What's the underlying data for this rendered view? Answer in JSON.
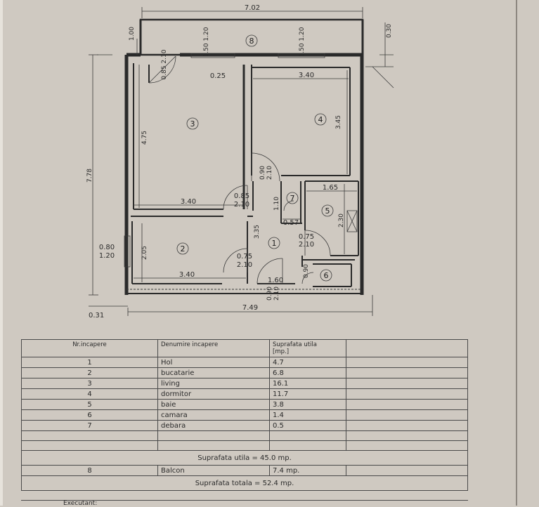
{
  "plan": {
    "dimensions": {
      "top_total": "7.02",
      "bottom_total": "7.49",
      "left_total": "7.78",
      "bottom_left_offset": "0.31",
      "balcony_depth": "1.00",
      "balcony_right_depth": "0.30",
      "window_1": "1.50\n1.20",
      "window_2": "1.50\n1.20",
      "door_living_top": "0.85\n2.10",
      "room3_width_top": "0.25",
      "room4_width": "3.40",
      "room4_height": "3.45",
      "room3_height": "4.75",
      "room3_width": "3.40",
      "door_living": "0.85",
      "door_living_h": "2.10",
      "door_bedroom": "0.90",
      "door_bedroom_h": "2.10",
      "debara_w": "1.10",
      "debara_d": "0.57",
      "bath_w": "1.65",
      "bath_h": "2.30",
      "hall_h": "3.35",
      "door_bath": "0.75",
      "door_bath_h": "2.10",
      "kitchen_h": "2.05",
      "kitchen_w": "3.40",
      "door_kitchen": "0.75",
      "door_kitchen_h": "2.10",
      "kitchen_window": "0.80",
      "kitchen_window_h": "1.20",
      "entry_w": "1.60",
      "door_entry": "0.90",
      "door_entry_h": "2.10",
      "door_camara": "0.90"
    },
    "room_numbers": [
      "1",
      "2",
      "3",
      "4",
      "5",
      "6",
      "7",
      "8"
    ]
  },
  "table": {
    "headers": [
      "Nr.incapere",
      "Denumire incapere",
      "Suprafata utila\n[mp.]"
    ],
    "rows": [
      {
        "nr": "1",
        "name": "Hol",
        "area": "4.7"
      },
      {
        "nr": "2",
        "name": "bucatarie",
        "area": "6.8"
      },
      {
        "nr": "3",
        "name": "living",
        "area": "16.1"
      },
      {
        "nr": "4",
        "name": "dormitor",
        "area": "11.7"
      },
      {
        "nr": "5",
        "name": "baie",
        "area": "3.8"
      },
      {
        "nr": "6",
        "name": "camara",
        "area": "1.4"
      },
      {
        "nr": "7",
        "name": "debara",
        "area": "0.5"
      }
    ],
    "useful_total": "Suprafata utila = 45.0 mp.",
    "balcony": {
      "nr": "8",
      "name": "Balcon",
      "area": "7.4 mp."
    },
    "grand_total": "Suprafata totala = 52.4 mp.",
    "footer_label": "Executant:"
  }
}
